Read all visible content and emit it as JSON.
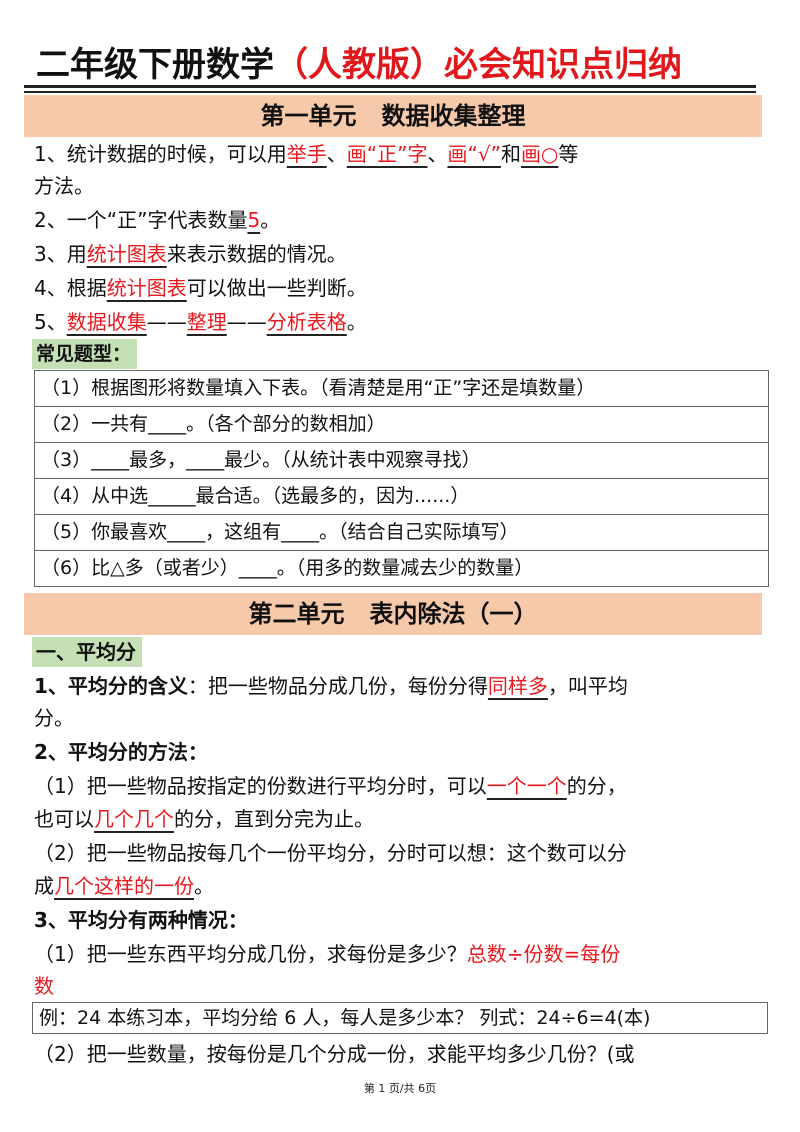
{
  "title": {
    "part1": "二年级下册数学",
    "part2": "（人教版）必会知识点归纳"
  },
  "unit1": {
    "heading": "第一单元   数据收集整理",
    "items": {
      "i1_a": "1、统计数据的时候，可以用",
      "i1_b": "举手",
      "i1_c": "、",
      "i1_d": "画“正”字",
      "i1_e": "、",
      "i1_f": "画“√”",
      "i1_g": "和",
      "i1_h": "画○",
      "i1_i": "等",
      "i1_cont": "方法。",
      "i2_a": "2、一个“正”字代表数量",
      "i2_b": "5",
      "i2_c": "。",
      "i3_a": "3、用",
      "i3_b": "统计图表",
      "i3_c": "来表示数据的情况。",
      "i4_a": "4、根据",
      "i4_b": "统计图表",
      "i4_c": "可以做出一些判断。",
      "i5_a": "5、",
      "i5_b": "数据收集",
      "i5_c": "——",
      "i5_d": "整理",
      "i5_e": "——",
      "i5_f": "分析表格",
      "i5_g": "。"
    },
    "common_types_label": "常见题型：",
    "question_types": [
      "（1）根据图形将数量填入下表。（看清楚是用“正”字还是填数量）",
      "（2）一共有____。（各个部分的数相加）",
      "（3）____最多，____最少。（从统计表中观察寻找）",
      "（4）从中选_____最合适。（选最多的，因为......）",
      "（5）你最喜欢____，这组有____。（结合自己实际填写）",
      "（6）比△多（或者少）____。（用多的数量减去少的数量）"
    ]
  },
  "unit2": {
    "heading": "第二单元   表内除法（一）",
    "sub1_label": "一、平均分",
    "p1_label": "1、平均分的含义",
    "p1_a": "：把一些物品分成几份，每份分得",
    "p1_b": "同样多",
    "p1_c": "，叫平均",
    "p1_cont": "分。",
    "p2_label": "2、平均分的方法：",
    "p2_1a": "（1）把一些物品按指定的份数进行平均分时，可以",
    "p2_1b": "一个一个",
    "p2_1c": "的分，",
    "p2_1d": "也可以",
    "p2_1e": "几个几个",
    "p2_1f": "的分，直到分完为止。",
    "p2_2a": "（2）把一些物品按每几个一份平均分，分时可以想：这个数可以分",
    "p2_2b": "成",
    "p2_2c": "几个这样的一份",
    "p2_2d": "。",
    "p3_label": "3、平均分有两种情况：",
    "p3_1a": "（1）把一些东西平均分成几份，求每份是多少？",
    "p3_1b": "总数÷份数=每份",
    "p3_1c": "数",
    "example": "例：24 本练习本，平均分给 6 人，每人是多少本？ 列式：24÷6=4(本)",
    "p3_2": "（2）把一些数量，按每份是几个分成一份，求能平均多少几份？(或"
  },
  "footer": {
    "page_label": "第 1 页/共 6页"
  },
  "colors": {
    "accent_red": "#e8191e",
    "section_bar": "#f6c9ab",
    "green_tag": "#c5e0b4"
  }
}
